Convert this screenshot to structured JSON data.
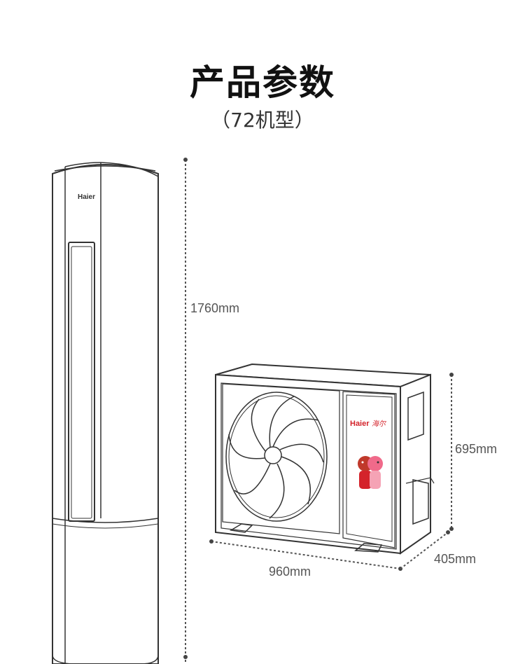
{
  "title": "产品参数",
  "subtitle": "（72机型）",
  "indoor": {
    "brand": "Haier",
    "height_label": "1760mm"
  },
  "outdoor": {
    "brand": "Haier",
    "brand_cn": "海尔",
    "height_label": "695mm",
    "width_label": "960mm",
    "depth_label": "405mm"
  }
}
